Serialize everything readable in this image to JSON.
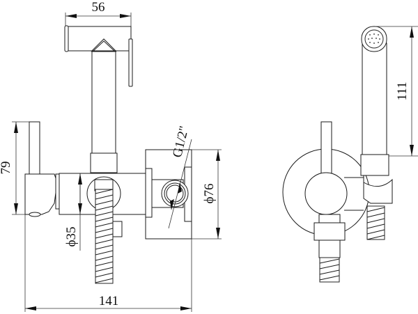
{
  "title": "Hygienic shower set technical drawing",
  "dimensions": {
    "head_width": "56",
    "holder_height": "79",
    "outlet_diameter": "ϕ35",
    "total_width": "141",
    "thread": "G1/2\"",
    "flange_diameter": "ϕ76",
    "handset_length": "111"
  },
  "units": "mm",
  "views": [
    "front-view",
    "side-view"
  ]
}
